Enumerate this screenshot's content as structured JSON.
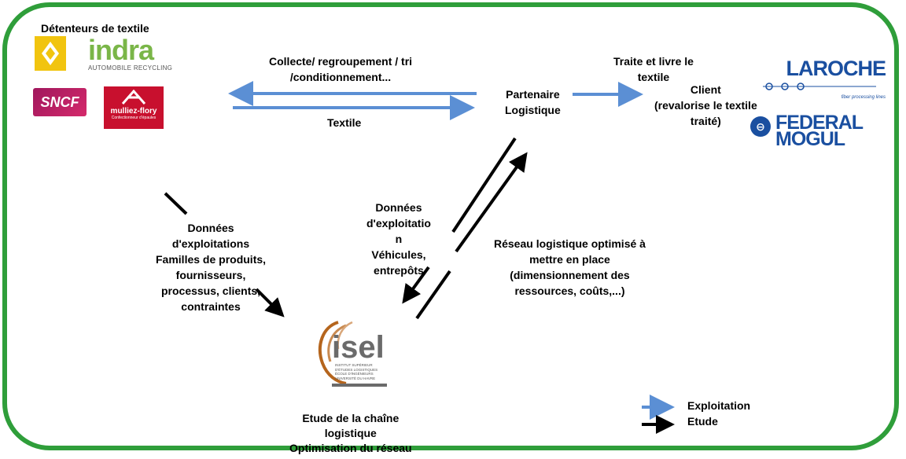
{
  "holders_title": "Détenteurs de textile",
  "logos": {
    "renault": "RENAULT",
    "indra_word": "indra",
    "indra_sub": "AUTOMOBILE RECYCLING",
    "sncf": "SNCF",
    "mulliez": "mulliez-flory",
    "mulliez_tag": "Confectionneur d'épaules",
    "laroche": "LAROCHE",
    "laroche_tag": "fiber processing lines",
    "federal_line1": "FEDERAL",
    "federal_line2": "MOGUL",
    "isel_word": "isel",
    "isel_sub": [
      "INSTITUT SUPÉRIEUR",
      "D'ÉTUDES LOGISTIQUES",
      "ÉCOLE D'INGÉNIEURS",
      "UNIVERSITÉ DU HAVRE"
    ]
  },
  "labels": {
    "collect": [
      "Collecte/ regroupement / tri",
      "/conditionnement..."
    ],
    "textile": "Textile",
    "partner": [
      "Partenaire",
      "Logistique"
    ],
    "treat": [
      "Traite et livre le",
      "textile"
    ],
    "client_title": "Client",
    "client_desc": [
      "(revalorise le textile",
      "traité)"
    ],
    "data_left": [
      "Données",
      "d'exploitations",
      "Familles de produits,",
      "fournisseurs,",
      "processus, clients,",
      "contraintes"
    ],
    "data_mid": [
      "Données",
      "d'exploitatio",
      "n",
      "Véhicules,",
      "entrepôts"
    ],
    "network": [
      "Réseau logistique optimisé à",
      "mettre en place",
      "(dimensionnement des",
      "ressources, coûts,...)"
    ],
    "study": [
      "Etude de la chaîne",
      "logistique",
      "Optimisation du réseau"
    ]
  },
  "legend": {
    "exploitation": "Exploitation",
    "etude": "Etude"
  },
  "colors": {
    "frame": "#2f9e3a",
    "exploitation_arrow": "#5b8fd4",
    "etude_arrow": "#000000"
  }
}
